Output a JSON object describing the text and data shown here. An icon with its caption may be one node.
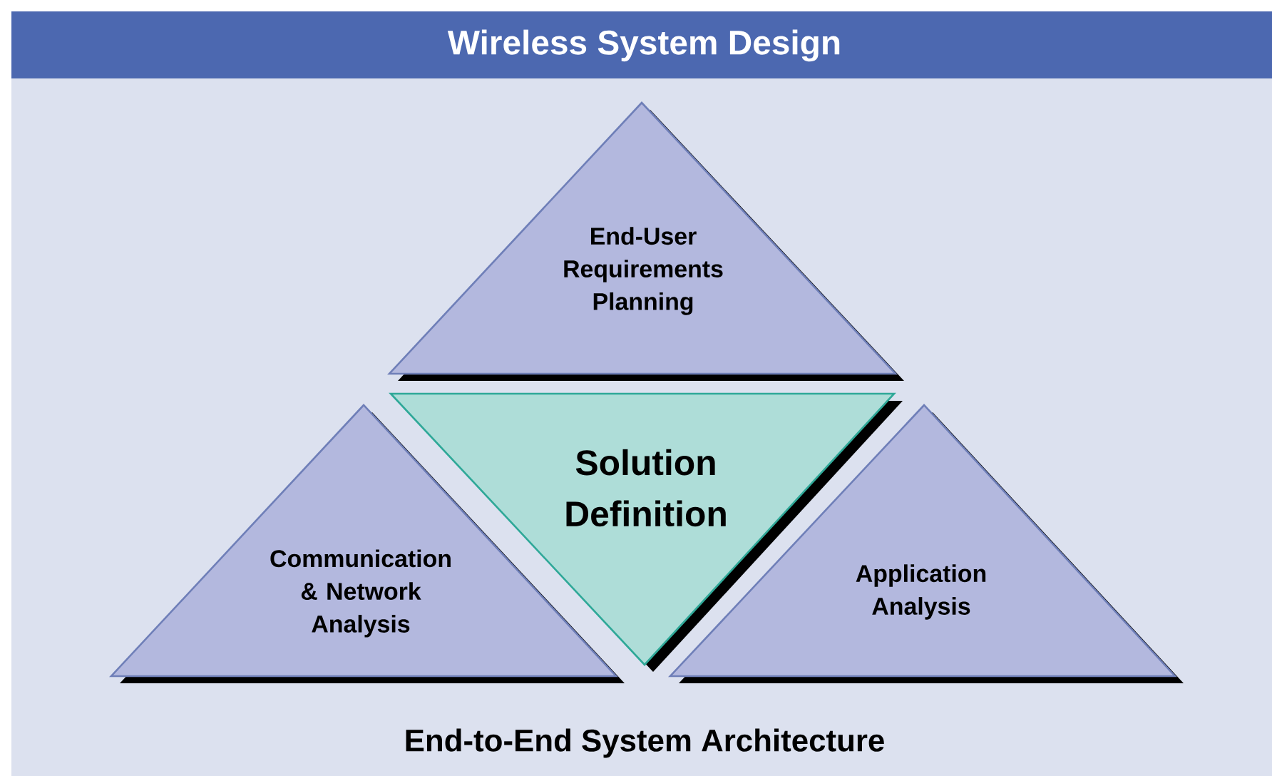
{
  "diagram": {
    "title": "Wireless System Design",
    "caption": "End-to-End System Architecture",
    "nodes": [
      {
        "text": [
          "End-User Requirements Planning"
        ]
      },
      {
        "text": [
          "Solution Definition"
        ]
      },
      {
        "text": [
          "Communication & Network Analysis"
        ]
      },
      {
        "text": [
          "Application Analysis"
        ]
      }
    ]
  }
}
